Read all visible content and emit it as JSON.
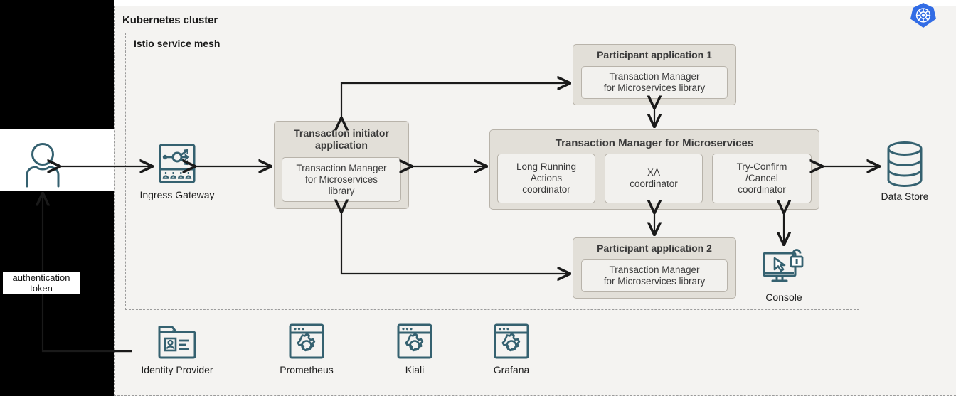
{
  "diagram": {
    "cluster": {
      "title": "Kubernetes cluster",
      "logo_icon": "kubernetes-logo-icon"
    },
    "mesh": {
      "title": "Istio service mesh"
    },
    "accent_colors": {
      "icon_teal": "#356170",
      "box_fill": "#e2dfd8",
      "inner_box_fill": "#f2f1ee",
      "box_border": "#b8b3aa",
      "canvas": "#f4f3f1",
      "kubernetes_blue": "#326ce5",
      "arrow": "#1a1a1a",
      "occlusion": "#000000"
    },
    "external_nodes": [
      {
        "name": "user",
        "label": "User",
        "icon": "user-icon"
      },
      {
        "name": "ingress-gateway",
        "label": "Ingress Gateway",
        "icon": "ingress-gateway-icon"
      },
      {
        "name": "data-store",
        "label": "Data Store",
        "icon": "database-icon"
      },
      {
        "name": "console",
        "label": "Console",
        "icon": "console-monitor-unlock-icon"
      }
    ],
    "bottom_nodes": [
      {
        "name": "identity-provider",
        "label": "Identity Provider",
        "icon": "identity-card-folder-icon"
      },
      {
        "name": "prometheus",
        "label": "Prometheus",
        "icon": "browser-gear-icon"
      },
      {
        "name": "kiali",
        "label": "Kiali",
        "icon": "browser-gear-icon"
      },
      {
        "name": "grafana",
        "label": "Grafana",
        "icon": "browser-gear-icon"
      }
    ],
    "boxes": {
      "participant1": {
        "title": "Participant application 1",
        "inner": "Transaction Manager\nfor Microservices library"
      },
      "participant2": {
        "title": "Participant application 2",
        "inner": "Transaction Manager\nfor Microservices library"
      },
      "initiator": {
        "title": "Transaction initiator\napplication",
        "inner": "Transaction Manager\nfor Microservices\nlibrary"
      },
      "tmm": {
        "title": "Transaction Manager for Microservices",
        "coordinators": [
          "Long Running\nActions\ncoordinator",
          "XA\ncoordinator",
          "Try-Confirm\n/Cancel\ncoordinator"
        ]
      }
    },
    "annotations": [
      {
        "name": "authentication-token",
        "label": "authentication\ntoken"
      }
    ]
  }
}
